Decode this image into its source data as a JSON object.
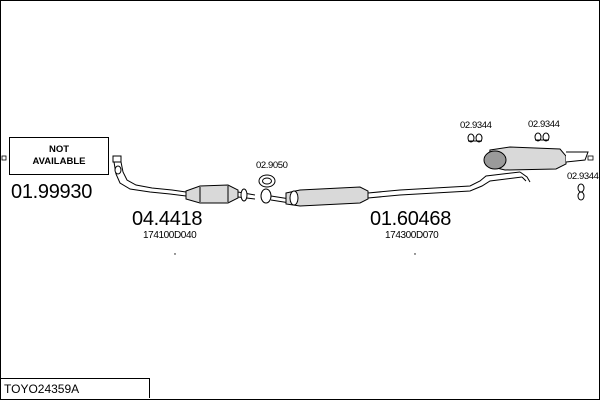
{
  "not_available_box": {
    "line1": "NOT",
    "line2": "AVAILABLE"
  },
  "parts": {
    "front_pipe": "01.99930",
    "catalyst": "04.4418",
    "catalyst_oe": "174100D040",
    "gasket": "02.9050",
    "middle_silencer": "01.60468",
    "middle_silencer_oe": "174300D070",
    "rubber_mount_left": "02.9344",
    "rubber_mount_middle": "02.9344",
    "rubber_mount_right": "02.9344"
  },
  "diagram_code": "TOYO24359A"
}
